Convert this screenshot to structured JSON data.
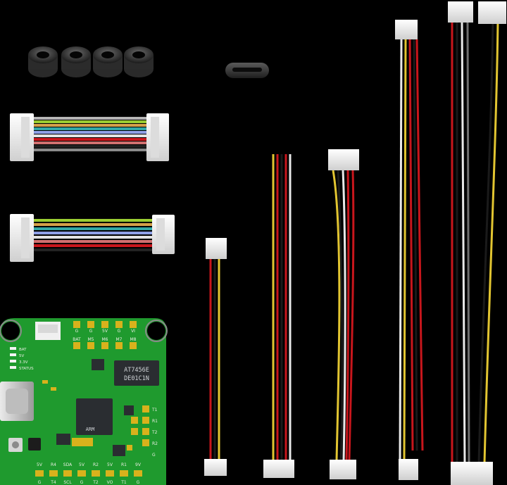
{
  "board": {
    "leds": [
      "BAT",
      "5V",
      "3.3V",
      "STATUS"
    ],
    "top_pads": [
      "G",
      "G",
      "5V",
      "G",
      "VI"
    ],
    "motor_pads": [
      "BAT",
      "M5",
      "M6",
      "M7",
      "M8"
    ],
    "uart_pads": [
      "T1",
      "R1",
      "T2",
      "R2",
      "G"
    ],
    "bottom_pads_top": [
      "5V",
      "R4",
      "SDA",
      "5V",
      "R2",
      "5V",
      "R1",
      "9V"
    ],
    "bottom_pads_bottom": [
      "G",
      "T4",
      "SCL",
      "G",
      "T2",
      "VO",
      "T1",
      "G"
    ],
    "chip_line1": "AT7456E",
    "chip_line2": "DE01C1N",
    "mcu_label": "ARM"
  },
  "colors": {
    "pcb": "#1f9a2e",
    "pad": "#d8b21c",
    "wire_red": "#c8161c",
    "wire_black": "#1a1a1a",
    "wire_yellow": "#e2c531",
    "wire_white": "#d9d9d9",
    "connector": "#f2f2f2"
  }
}
